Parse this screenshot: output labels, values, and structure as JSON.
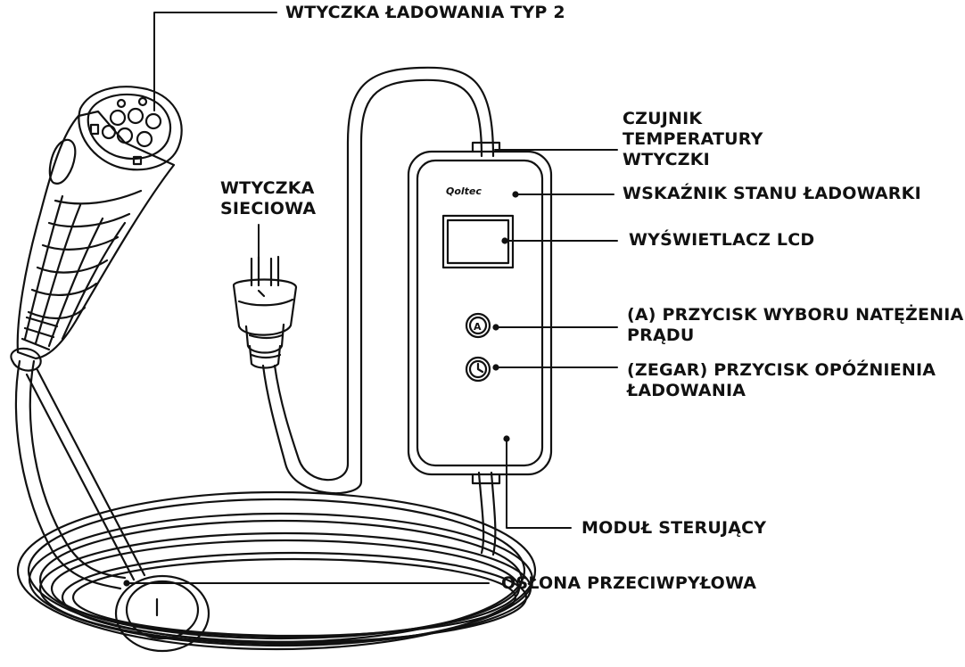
{
  "labels": {
    "connector_type2": "WTYCZKA ŁADOWANIA TYP 2",
    "mains_plug_line1": "WTYCZKA",
    "mains_plug_line2": "SIECIOWA",
    "temp_sensor_line1": "CZUJNIK",
    "temp_sensor_line2": "TEMPERATURY",
    "temp_sensor_line3": "WTYCZKI",
    "status_indicator": "WSKAŹNIK STANU ŁADOWARKI",
    "lcd_display": "WYŚWIETLACZ LCD",
    "current_button_line1": "(A) PRZYCISK WYBORU NATĘŻENIA",
    "current_button_line2": "PRĄDU",
    "delay_button_line1": "(ZEGAR) PRZYCISK OPÓŹNIENIA",
    "delay_button_line2": "ŁADOWANIA",
    "control_module": "MODUŁ STERUJĄCY",
    "dust_cover": "OSŁONA PRZECIWPYŁOWA"
  },
  "device": {
    "brand": "Qoltec",
    "button_a": "A"
  },
  "colors": {
    "ink": "#111111",
    "background": "#ffffff"
  }
}
